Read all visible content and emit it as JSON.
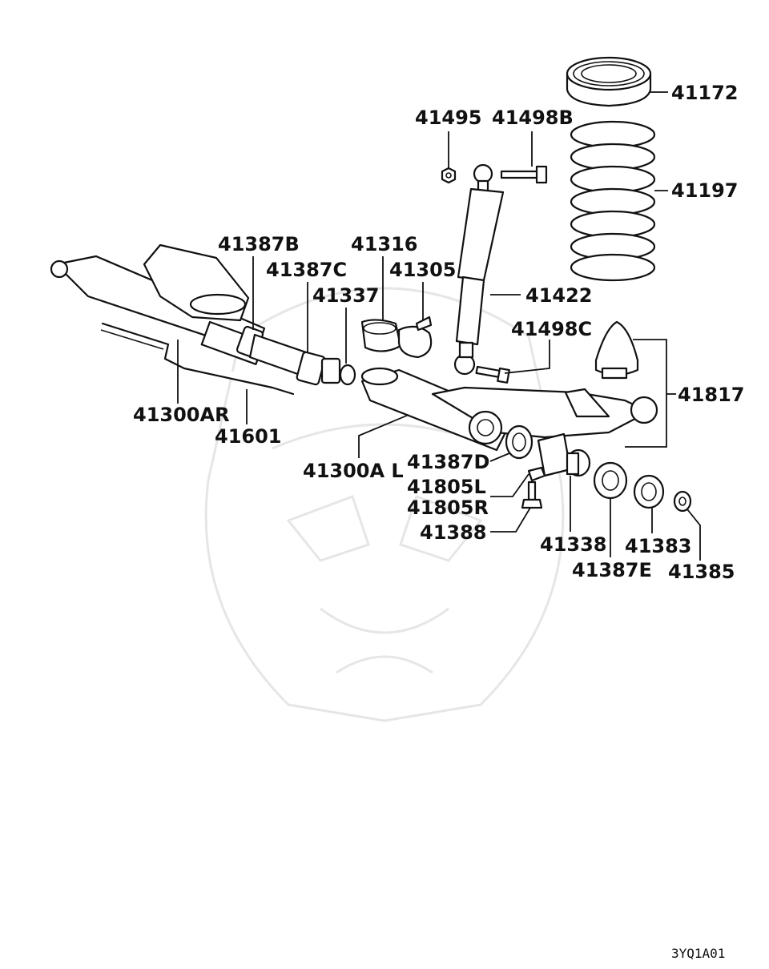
{
  "parts": [
    {
      "id": "41172",
      "text": "41172"
    },
    {
      "id": "41495",
      "text": "41495"
    },
    {
      "id": "41498B",
      "text": "41498B"
    },
    {
      "id": "41197",
      "text": "41197"
    },
    {
      "id": "41387B",
      "text": "41387B"
    },
    {
      "id": "41316",
      "text": "41316"
    },
    {
      "id": "41387C",
      "text": "41387C"
    },
    {
      "id": "41305",
      "text": "41305"
    },
    {
      "id": "41337",
      "text": "41337"
    },
    {
      "id": "41422",
      "text": "41422"
    },
    {
      "id": "41498C",
      "text": "41498C"
    },
    {
      "id": "41817",
      "text": "41817"
    },
    {
      "id": "41300AR",
      "text": "41300AR"
    },
    {
      "id": "41601",
      "text": "41601"
    },
    {
      "id": "41300AL",
      "text": "41300A L"
    },
    {
      "id": "41387D",
      "text": "41387D"
    },
    {
      "id": "41805L",
      "text": "41805L"
    },
    {
      "id": "41805R",
      "text": "41805R"
    },
    {
      "id": "41388",
      "text": "41388"
    },
    {
      "id": "41338",
      "text": "41338"
    },
    {
      "id": "41383",
      "text": "41383"
    },
    {
      "id": "41387E",
      "text": "41387E"
    },
    {
      "id": "41385",
      "text": "41385"
    }
  ],
  "diagram_code": "3YQ1A01"
}
